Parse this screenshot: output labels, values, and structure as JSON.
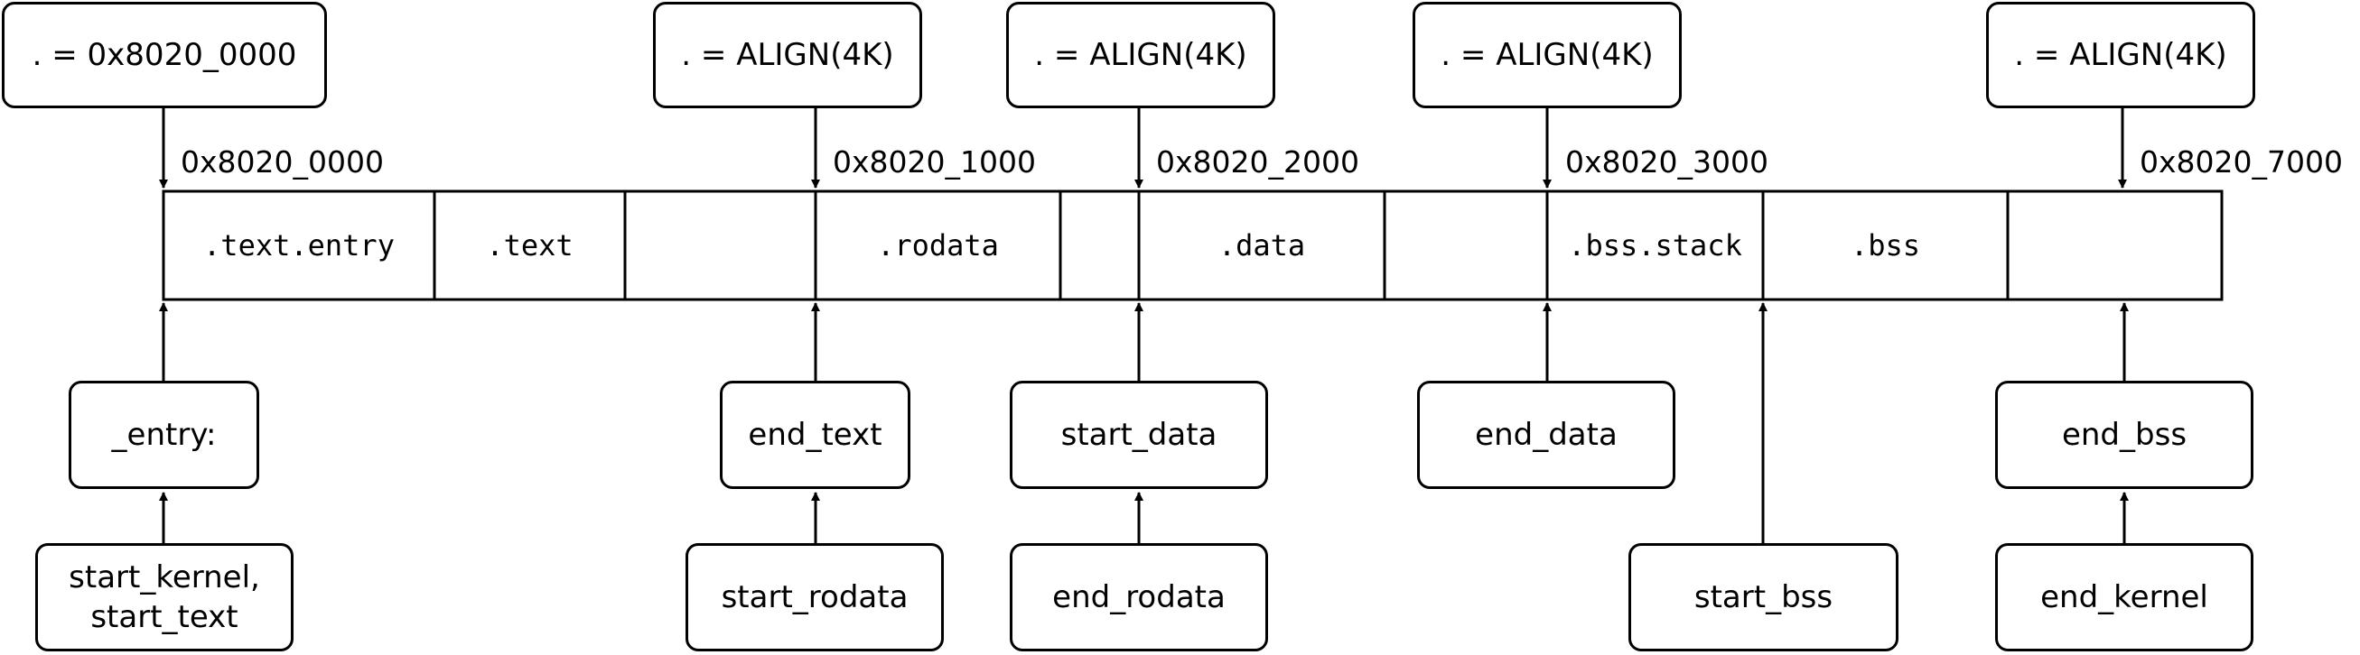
{
  "align_boxes": [
    {
      "id": "base",
      "text": ". = 0x8020_0000"
    },
    {
      "id": "align1",
      "text": ". = ALIGN(4K)"
    },
    {
      "id": "align2",
      "text": ". = ALIGN(4K)"
    },
    {
      "id": "align3",
      "text": ". = ALIGN(4K)"
    },
    {
      "id": "align4",
      "text": ". = ALIGN(4K)"
    }
  ],
  "addresses": [
    "0x8020_0000",
    "0x8020_1000",
    "0x8020_2000",
    "0x8020_3000",
    "0x8020_7000"
  ],
  "segments": [
    ".text.entry",
    ".text",
    "",
    ".rodata",
    "",
    ".data",
    "",
    ".bss.stack",
    ".bss",
    ""
  ],
  "labels_row1": [
    "_entry:",
    "end_text",
    "start_data",
    "end_data",
    "end_bss"
  ],
  "labels_row2": [
    "start_kernel,\nstart_text",
    "start_rodata",
    "end_rodata",
    "start_bss",
    "end_kernel"
  ]
}
